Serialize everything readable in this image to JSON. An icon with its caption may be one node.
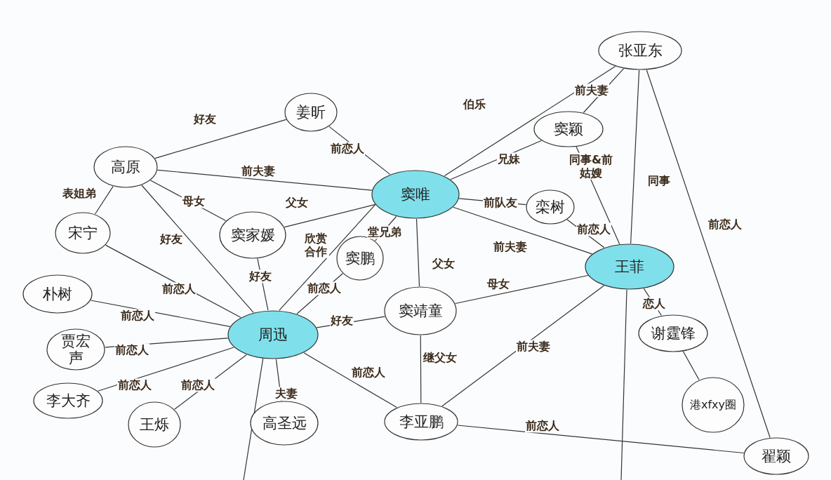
{
  "diagram": {
    "nodes": [
      {
        "text": [
          "张亚东"
        ]
      },
      {
        "text": [
          "姜昕"
        ]
      },
      {
        "text": [
          "窦颖"
        ]
      },
      {
        "text": [
          "高原"
        ]
      },
      {
        "text": [
          "窦唯"
        ]
      },
      {
        "text": [
          "栾树"
        ]
      },
      {
        "text": [
          "宋宁"
        ]
      },
      {
        "text": [
          "窦家媛"
        ]
      },
      {
        "text": [
          "窦鹏"
        ]
      },
      {
        "text": [
          "王菲"
        ]
      },
      {
        "text": [
          "朴树"
        ]
      },
      {
        "text": [
          "窦靖童"
        ]
      },
      {
        "text": [
          "周迅"
        ]
      },
      {
        "text": [
          "谢霆锋"
        ]
      },
      {
        "text": [
          "贾宏声"
        ]
      },
      {
        "text": [
          "李大齐"
        ]
      },
      {
        "text": [
          "王烁"
        ]
      },
      {
        "text": [
          "高圣远"
        ]
      },
      {
        "text": [
          "李亚鹏"
        ]
      },
      {
        "text": [
          "港xfxy圈"
        ]
      },
      {
        "text": [
          "翟颖"
        ]
      }
    ],
    "edges": [
      {
        "from": 3,
        "to": 1,
        "arrow": "none",
        "label": "好友"
      },
      {
        "from": 1,
        "to": 4,
        "arrow": "none",
        "label": "前恋人"
      },
      {
        "from": 3,
        "to": 4,
        "arrow": "none",
        "label": "前夫妻"
      },
      {
        "from": 3,
        "to": 7,
        "arrow": "none",
        "label": "母女"
      },
      {
        "from": 4,
        "to": 7,
        "arrow": "none",
        "label": "父女"
      },
      {
        "from": 3,
        "to": 6,
        "arrow": "none",
        "label": "表姐弟"
      },
      {
        "from": 3,
        "to": 12,
        "arrow": "none",
        "label": "好友"
      },
      {
        "from": 7,
        "to": 12,
        "arrow": "none",
        "label": "好友"
      },
      {
        "from": 4,
        "to": 12,
        "arrow": "none",
        "label": "欣赏合作"
      },
      {
        "from": 8,
        "to": 4,
        "arrow": "none",
        "label": "堂兄弟"
      },
      {
        "from": 8,
        "to": 12,
        "arrow": "none",
        "label": "前恋人"
      },
      {
        "from": 4,
        "to": 0,
        "arrow": "none",
        "label": "伯乐"
      },
      {
        "from": 0,
        "to": 2,
        "arrow": "none",
        "label": "前夫妻"
      },
      {
        "from": 2,
        "to": 4,
        "arrow": "none",
        "label": "兄妹"
      },
      {
        "from": 4,
        "to": 5,
        "arrow": "none",
        "label": "前队友"
      },
      {
        "from": 2,
        "to": 9,
        "arrow": "none",
        "label": "同事&前姑嫂"
      },
      {
        "from": 5,
        "to": 9,
        "arrow": "none",
        "label": "前恋人"
      },
      {
        "from": 0,
        "to": 9,
        "arrow": "none",
        "label": "同事"
      },
      {
        "from": 0,
        "to": 20,
        "arrow": "none",
        "label": "前恋人"
      },
      {
        "from": 4,
        "to": 9,
        "arrow": "none",
        "label": "前夫妻"
      },
      {
        "from": 4,
        "to": 11,
        "arrow": "none",
        "label": "父女"
      },
      {
        "from": 11,
        "to": 9,
        "arrow": "none",
        "label": "母女"
      },
      {
        "from": 12,
        "to": 11,
        "arrow": "none",
        "label": "好友"
      },
      {
        "from": 6,
        "to": 12,
        "arrow": "none",
        "label": "前恋人"
      },
      {
        "from": 10,
        "to": 12,
        "arrow": "none",
        "label": "前恋人"
      },
      {
        "from": 14,
        "to": 12,
        "arrow": "none",
        "label": "前恋人"
      },
      {
        "from": 15,
        "to": 12,
        "arrow": "none",
        "label": "前恋人"
      },
      {
        "from": 16,
        "to": 12,
        "arrow": "none",
        "label": "前恋人"
      },
      {
        "from": 12,
        "to": 17,
        "arrow": "none",
        "label": "夫妻"
      },
      {
        "from": 12,
        "to": 18,
        "arrow": "none",
        "label": "前恋人"
      },
      {
        "from": 11,
        "to": 18,
        "arrow": "none",
        "label": "继父女"
      },
      {
        "from": 18,
        "to": 9,
        "arrow": "none",
        "label": "前夫妻"
      },
      {
        "from": 9,
        "to": 13,
        "arrow": "none",
        "label": "恋人"
      },
      {
        "from": 13,
        "to": 19,
        "arrow": "none"
      },
      {
        "from": 18,
        "to": 20,
        "arrow": "none",
        "label": "前恋人"
      },
      {
        "from": 12,
        "to": null,
        "arrow": "none"
      },
      {
        "from": 9,
        "to": null,
        "arrow": "none"
      }
    ]
  }
}
